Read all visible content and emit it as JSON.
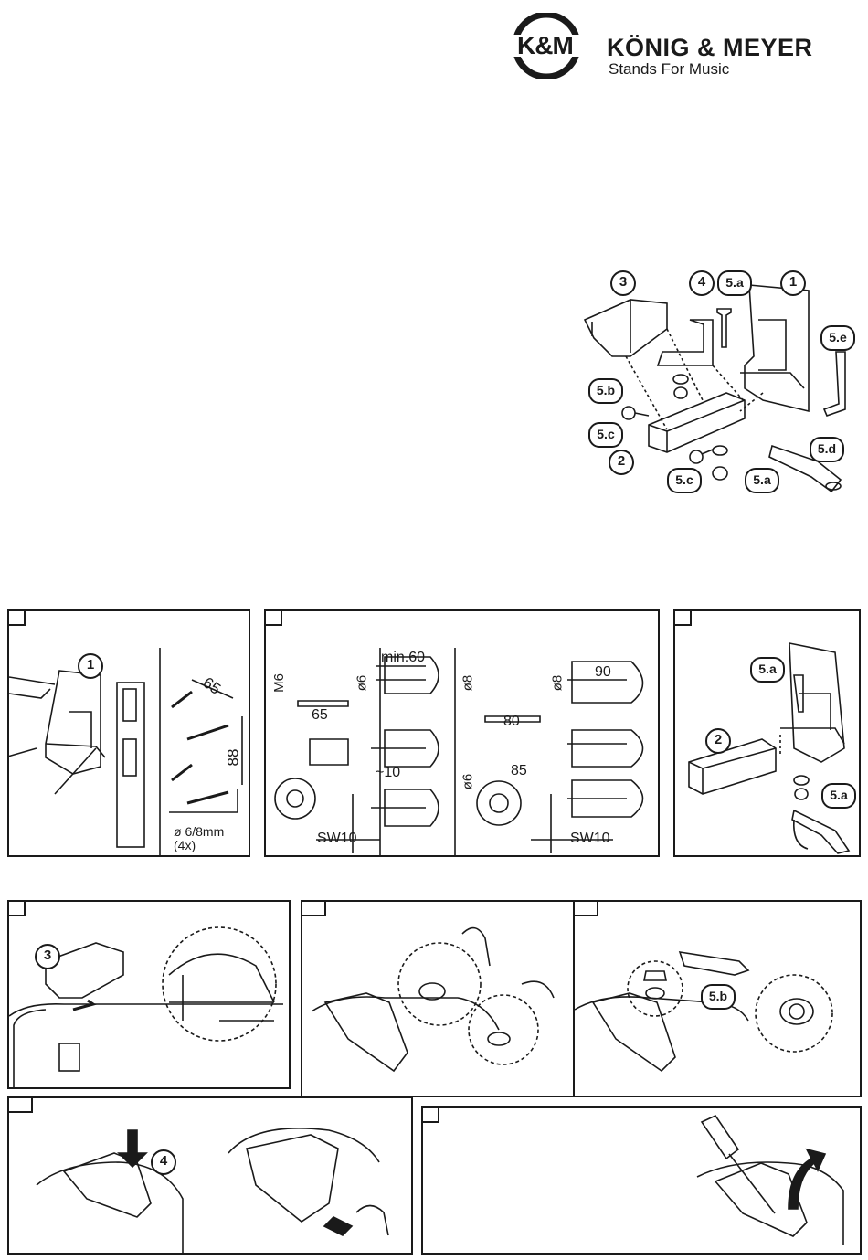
{
  "brand": {
    "logo_mark": "K&M",
    "name": "KÖNIG & MEYER",
    "tagline": "Stands For Music"
  },
  "overview_callouts": [
    "3",
    "4",
    "5.a",
    "1",
    "5.e",
    "5.b",
    "5.c",
    "2",
    "5.c",
    "5.a",
    "5.d"
  ],
  "panel1": {
    "callout": "1",
    "dims": [
      "65",
      "88"
    ],
    "hole_note_1": "ø 6/8mm",
    "hole_note_2": "(4x)"
  },
  "panel2": {
    "left": {
      "m6": "M6",
      "dia6": "ø6",
      "min60": "min.60",
      "len65": "65",
      "approx10": "~10",
      "sw": "SW10"
    },
    "right": {
      "dia8a": "ø8",
      "dia8b": "ø8",
      "len90": "90",
      "len80": "80",
      "dia6": "ø6",
      "len85": "85",
      "sw": "SW10"
    }
  },
  "panel3": {
    "callouts": [
      "5.a",
      "2",
      "5.a"
    ]
  },
  "panel4": {
    "callout": "3"
  },
  "panel6": {
    "callout": "5.b"
  },
  "panel7": {
    "callout": "4"
  },
  "icons": {
    "arrow": "arrow-icon",
    "hand": "hand-icon",
    "screwdriver": "screwdriver-icon"
  }
}
